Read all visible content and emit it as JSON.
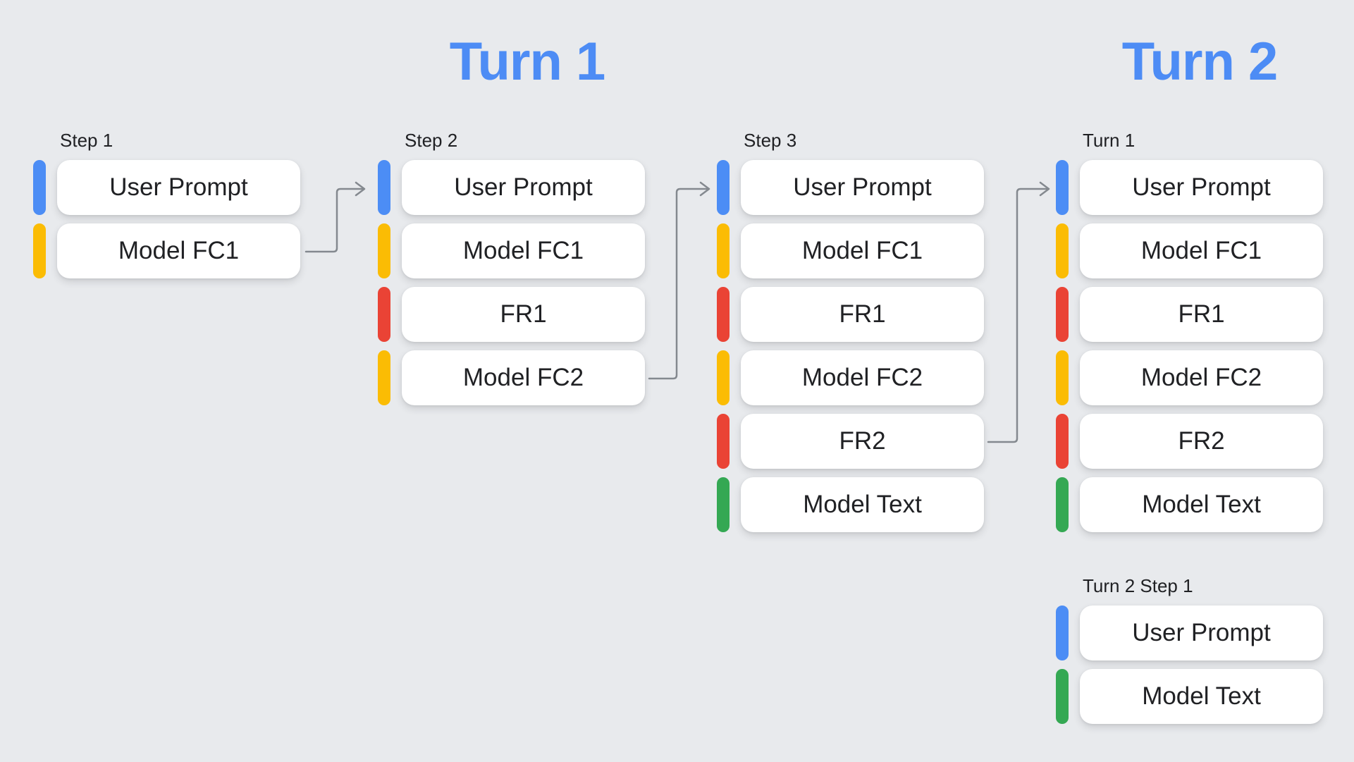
{
  "palette": {
    "background": "#E8EAED",
    "title_blue": "#4D8CF5",
    "bar_blue": "#4C8DF5",
    "bar_yellow": "#FBBC04",
    "bar_red": "#EA4335",
    "bar_green": "#34A853",
    "arrow_gray": "#84898F",
    "text": "#202124",
    "box_white": "#FFFFFF"
  },
  "titles": {
    "turn1": "Turn 1",
    "turn2": "Turn 2"
  },
  "columns": [
    {
      "label": "Step 1",
      "rows": [
        {
          "label": "User Prompt",
          "color": "blue"
        },
        {
          "label": "Model FC1",
          "color": "yellow"
        }
      ]
    },
    {
      "label": "Step 2",
      "rows": [
        {
          "label": "User Prompt",
          "color": "blue"
        },
        {
          "label": "Model FC1",
          "color": "yellow"
        },
        {
          "label": "FR1",
          "color": "red"
        },
        {
          "label": "Model FC2",
          "color": "yellow"
        }
      ]
    },
    {
      "label": "Step 3",
      "rows": [
        {
          "label": "User Prompt",
          "color": "blue"
        },
        {
          "label": "Model FC1",
          "color": "yellow"
        },
        {
          "label": "FR1",
          "color": "red"
        },
        {
          "label": "Model FC2",
          "color": "yellow"
        },
        {
          "label": "FR2",
          "color": "red"
        },
        {
          "label": "Model Text",
          "color": "green"
        }
      ]
    },
    {
      "label": "Turn 1",
      "rows": [
        {
          "label": "User Prompt",
          "color": "blue"
        },
        {
          "label": "Model FC1",
          "color": "yellow"
        },
        {
          "label": "FR1",
          "color": "red"
        },
        {
          "label": "Model FC2",
          "color": "yellow"
        },
        {
          "label": "FR2",
          "color": "red"
        },
        {
          "label": "Model Text",
          "color": "green"
        }
      ]
    }
  ],
  "turn2_group": {
    "label": "Turn 2 Step 1",
    "rows": [
      {
        "label": "User Prompt",
        "color": "blue"
      },
      {
        "label": "Model Text",
        "color": "green"
      }
    ]
  },
  "arrows": [
    {
      "from": "Step 1 / Model FC1",
      "to": "Step 2 / User Prompt"
    },
    {
      "from": "Step 2 / Model FC2",
      "to": "Step 3 / User Prompt"
    },
    {
      "from": "Step 3 / FR2",
      "to": "Turn 1 / User Prompt"
    }
  ]
}
